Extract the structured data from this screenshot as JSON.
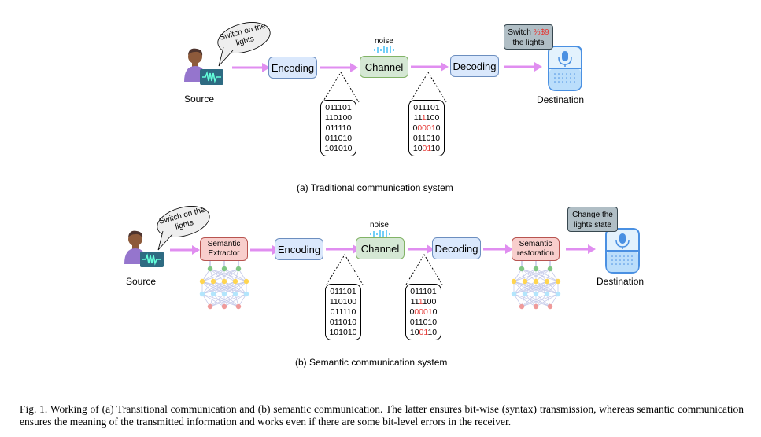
{
  "panel_a": {
    "source_label": "Source",
    "speech": "Switch on the lights",
    "encoding": "Encoding",
    "channel": "Channel",
    "noise": "noise",
    "decoding": "Decoding",
    "destination_label": "Destination",
    "received_normal": "Switch",
    "received_garbled": "%$9",
    "received_rest": "the lights",
    "caption": "(a) Traditional communication system"
  },
  "panel_b": {
    "source_label": "Source",
    "speech": "Switch on the lights",
    "semantic_extractor_1": "Semantic",
    "semantic_extractor_2": "Extractor",
    "encoding": "Encoding",
    "channel": "Channel",
    "noise": "noise",
    "decoding": "Decoding",
    "semantic_restoration_1": "Semantic",
    "semantic_restoration_2": "restoration",
    "destination_label": "Destination",
    "received_1": "Change the",
    "received_2": "lights state",
    "caption": "(b) Semantic communication system"
  },
  "bits_sent": [
    "011101",
    "110100",
    "011110",
    "011010",
    "101010"
  ],
  "bits_received": [
    [
      {
        "t": "011101",
        "e": false
      }
    ],
    [
      {
        "t": "11",
        "e": false
      },
      {
        "t": "1",
        "e": true
      },
      {
        "t": "100",
        "e": false
      }
    ],
    [
      {
        "t": "0",
        "e": false
      },
      {
        "t": "0001",
        "e": true
      },
      {
        "t": "0",
        "e": false
      }
    ],
    [
      {
        "t": "011010",
        "e": false
      }
    ],
    [
      {
        "t": "10",
        "e": false
      },
      {
        "t": "01",
        "e": true
      },
      {
        "t": "10",
        "e": false
      }
    ]
  ],
  "figure_caption": "Fig. 1.  Working of (a) Transitional communication and (b) semantic communication. The latter ensures bit-wise (syntax) transmission, whereas semantic communication ensures the meaning of the transmitted information and works even if there are some bit-level errors in the receiver.",
  "colors": {
    "arrow": "#e08ef0",
    "error": "#e53935",
    "noise": "#4fc3f7"
  }
}
